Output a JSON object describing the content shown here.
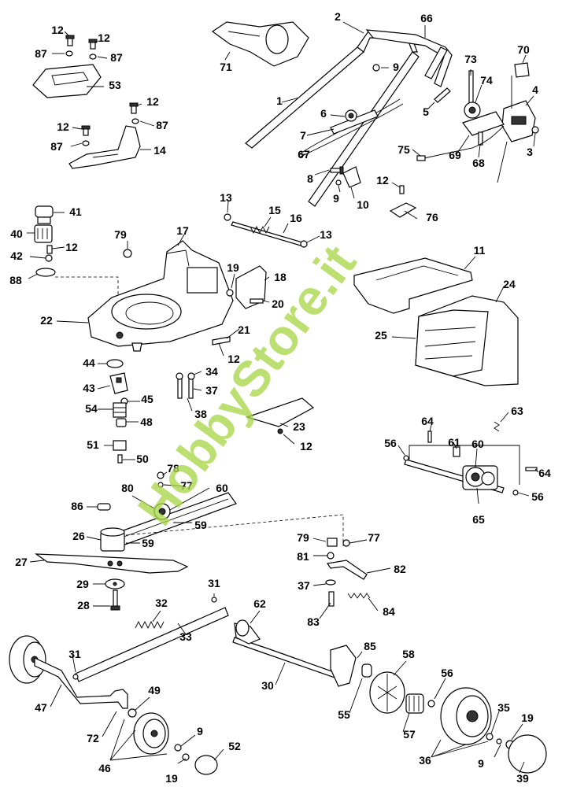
{
  "diagram": {
    "watermark": "HobbyStore.it",
    "callouts": [
      {
        "n": "12"
      },
      {
        "n": "12"
      },
      {
        "n": "87"
      },
      {
        "n": "87"
      },
      {
        "n": "53"
      },
      {
        "n": "12"
      },
      {
        "n": "12"
      },
      {
        "n": "87"
      },
      {
        "n": "87"
      },
      {
        "n": "14"
      },
      {
        "n": "71"
      },
      {
        "n": "2"
      },
      {
        "n": "66"
      },
      {
        "n": "9"
      },
      {
        "n": "1"
      },
      {
        "n": "6"
      },
      {
        "n": "7"
      },
      {
        "n": "67"
      },
      {
        "n": "8"
      },
      {
        "n": "9"
      },
      {
        "n": "10"
      },
      {
        "n": "73"
      },
      {
        "n": "70"
      },
      {
        "n": "74"
      },
      {
        "n": "4"
      },
      {
        "n": "5"
      },
      {
        "n": "3"
      },
      {
        "n": "75"
      },
      {
        "n": "69"
      },
      {
        "n": "68"
      },
      {
        "n": "12"
      },
      {
        "n": "76"
      },
      {
        "n": "41"
      },
      {
        "n": "40"
      },
      {
        "n": "12"
      },
      {
        "n": "42"
      },
      {
        "n": "88"
      },
      {
        "n": "79"
      },
      {
        "n": "17"
      },
      {
        "n": "13"
      },
      {
        "n": "15"
      },
      {
        "n": "16"
      },
      {
        "n": "13"
      },
      {
        "n": "11"
      },
      {
        "n": "19"
      },
      {
        "n": "18"
      },
      {
        "n": "20"
      },
      {
        "n": "24"
      },
      {
        "n": "22"
      },
      {
        "n": "21"
      },
      {
        "n": "12"
      },
      {
        "n": "25"
      },
      {
        "n": "44"
      },
      {
        "n": "34"
      },
      {
        "n": "43"
      },
      {
        "n": "37"
      },
      {
        "n": "45"
      },
      {
        "n": "54"
      },
      {
        "n": "38"
      },
      {
        "n": "48"
      },
      {
        "n": "23"
      },
      {
        "n": "12"
      },
      {
        "n": "63"
      },
      {
        "n": "64"
      },
      {
        "n": "51"
      },
      {
        "n": "50"
      },
      {
        "n": "56"
      },
      {
        "n": "61"
      },
      {
        "n": "60"
      },
      {
        "n": "64"
      },
      {
        "n": "56"
      },
      {
        "n": "65"
      },
      {
        "n": "78"
      },
      {
        "n": "77"
      },
      {
        "n": "80"
      },
      {
        "n": "60"
      },
      {
        "n": "86"
      },
      {
        "n": "59"
      },
      {
        "n": "26"
      },
      {
        "n": "59"
      },
      {
        "n": "79"
      },
      {
        "n": "77"
      },
      {
        "n": "81"
      },
      {
        "n": "82"
      },
      {
        "n": "27"
      },
      {
        "n": "29"
      },
      {
        "n": "37"
      },
      {
        "n": "31"
      },
      {
        "n": "28"
      },
      {
        "n": "32"
      },
      {
        "n": "62"
      },
      {
        "n": "83"
      },
      {
        "n": "84"
      },
      {
        "n": "31"
      },
      {
        "n": "33"
      },
      {
        "n": "85"
      },
      {
        "n": "58"
      },
      {
        "n": "30"
      },
      {
        "n": "56"
      },
      {
        "n": "47"
      },
      {
        "n": "49"
      },
      {
        "n": "55"
      },
      {
        "n": "72"
      },
      {
        "n": "57"
      },
      {
        "n": "35"
      },
      {
        "n": "19"
      },
      {
        "n": "46"
      },
      {
        "n": "9"
      },
      {
        "n": "52"
      },
      {
        "n": "36"
      },
      {
        "n": "19"
      },
      {
        "n": "9"
      },
      {
        "n": "39"
      }
    ]
  }
}
